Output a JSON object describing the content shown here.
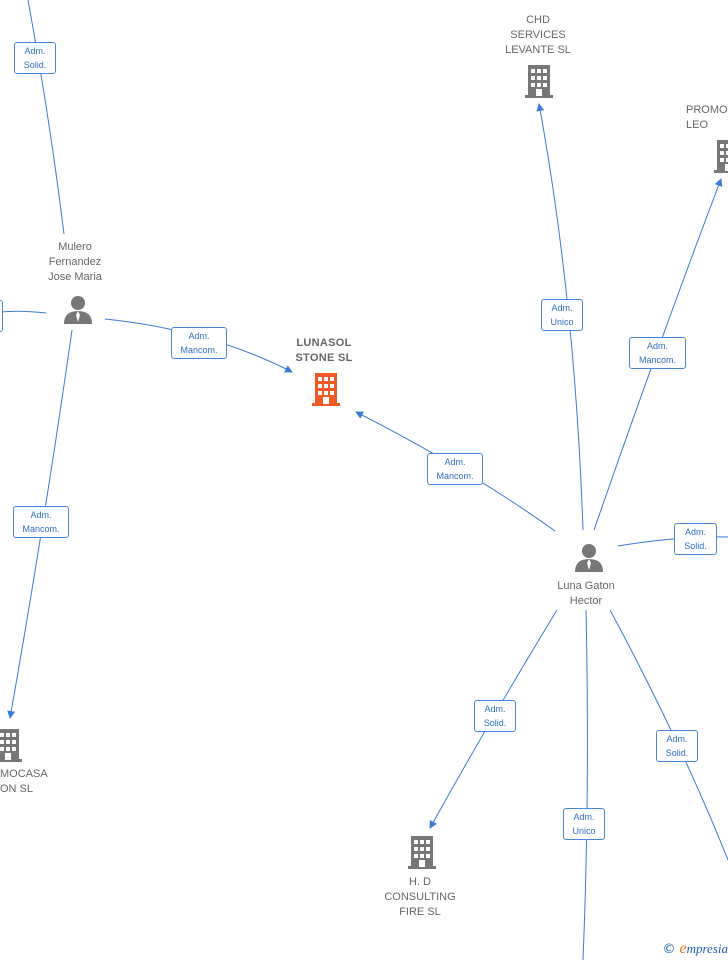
{
  "nodes": {
    "lunasol": "LUNASOL\nSTONE  SL",
    "chd": "CHD\nSERVICES\nLEVANTE  SL",
    "promo": "PROMO\nLEO",
    "mulero": "Mulero\nFernandez\nJose Maria",
    "luna_gaton": "Luna Gaton\nHector",
    "mocasa": "MOCASA\nON  SL",
    "hd": "H. D\nCONSULTING\nFIRE  SL"
  },
  "edges": {
    "mulero_top": "Adm.\nSolid.",
    "mulero_lunasol": "Adm.\nMancom.",
    "mulero_mocasa": "Adm.\nMancom.",
    "luna_lunasol": "Adm.\nMancom.",
    "luna_chd": "Adm.\nUnico",
    "luna_promo": "Adm.\nMancom.",
    "luna_right": "Adm.\nSolid.",
    "luna_hd": "Adm.\nSolid.",
    "luna_bottom": "Adm.\nUnico",
    "luna_bottomright": "Adm.\nSolid."
  },
  "colors": {
    "edge": "#3a7bd5",
    "main_company": "#f05a28",
    "company": "#777777",
    "person": "#777777"
  },
  "footer": {
    "copyright": "©",
    "brand_e": "e",
    "brand_rest": "mpresia"
  }
}
